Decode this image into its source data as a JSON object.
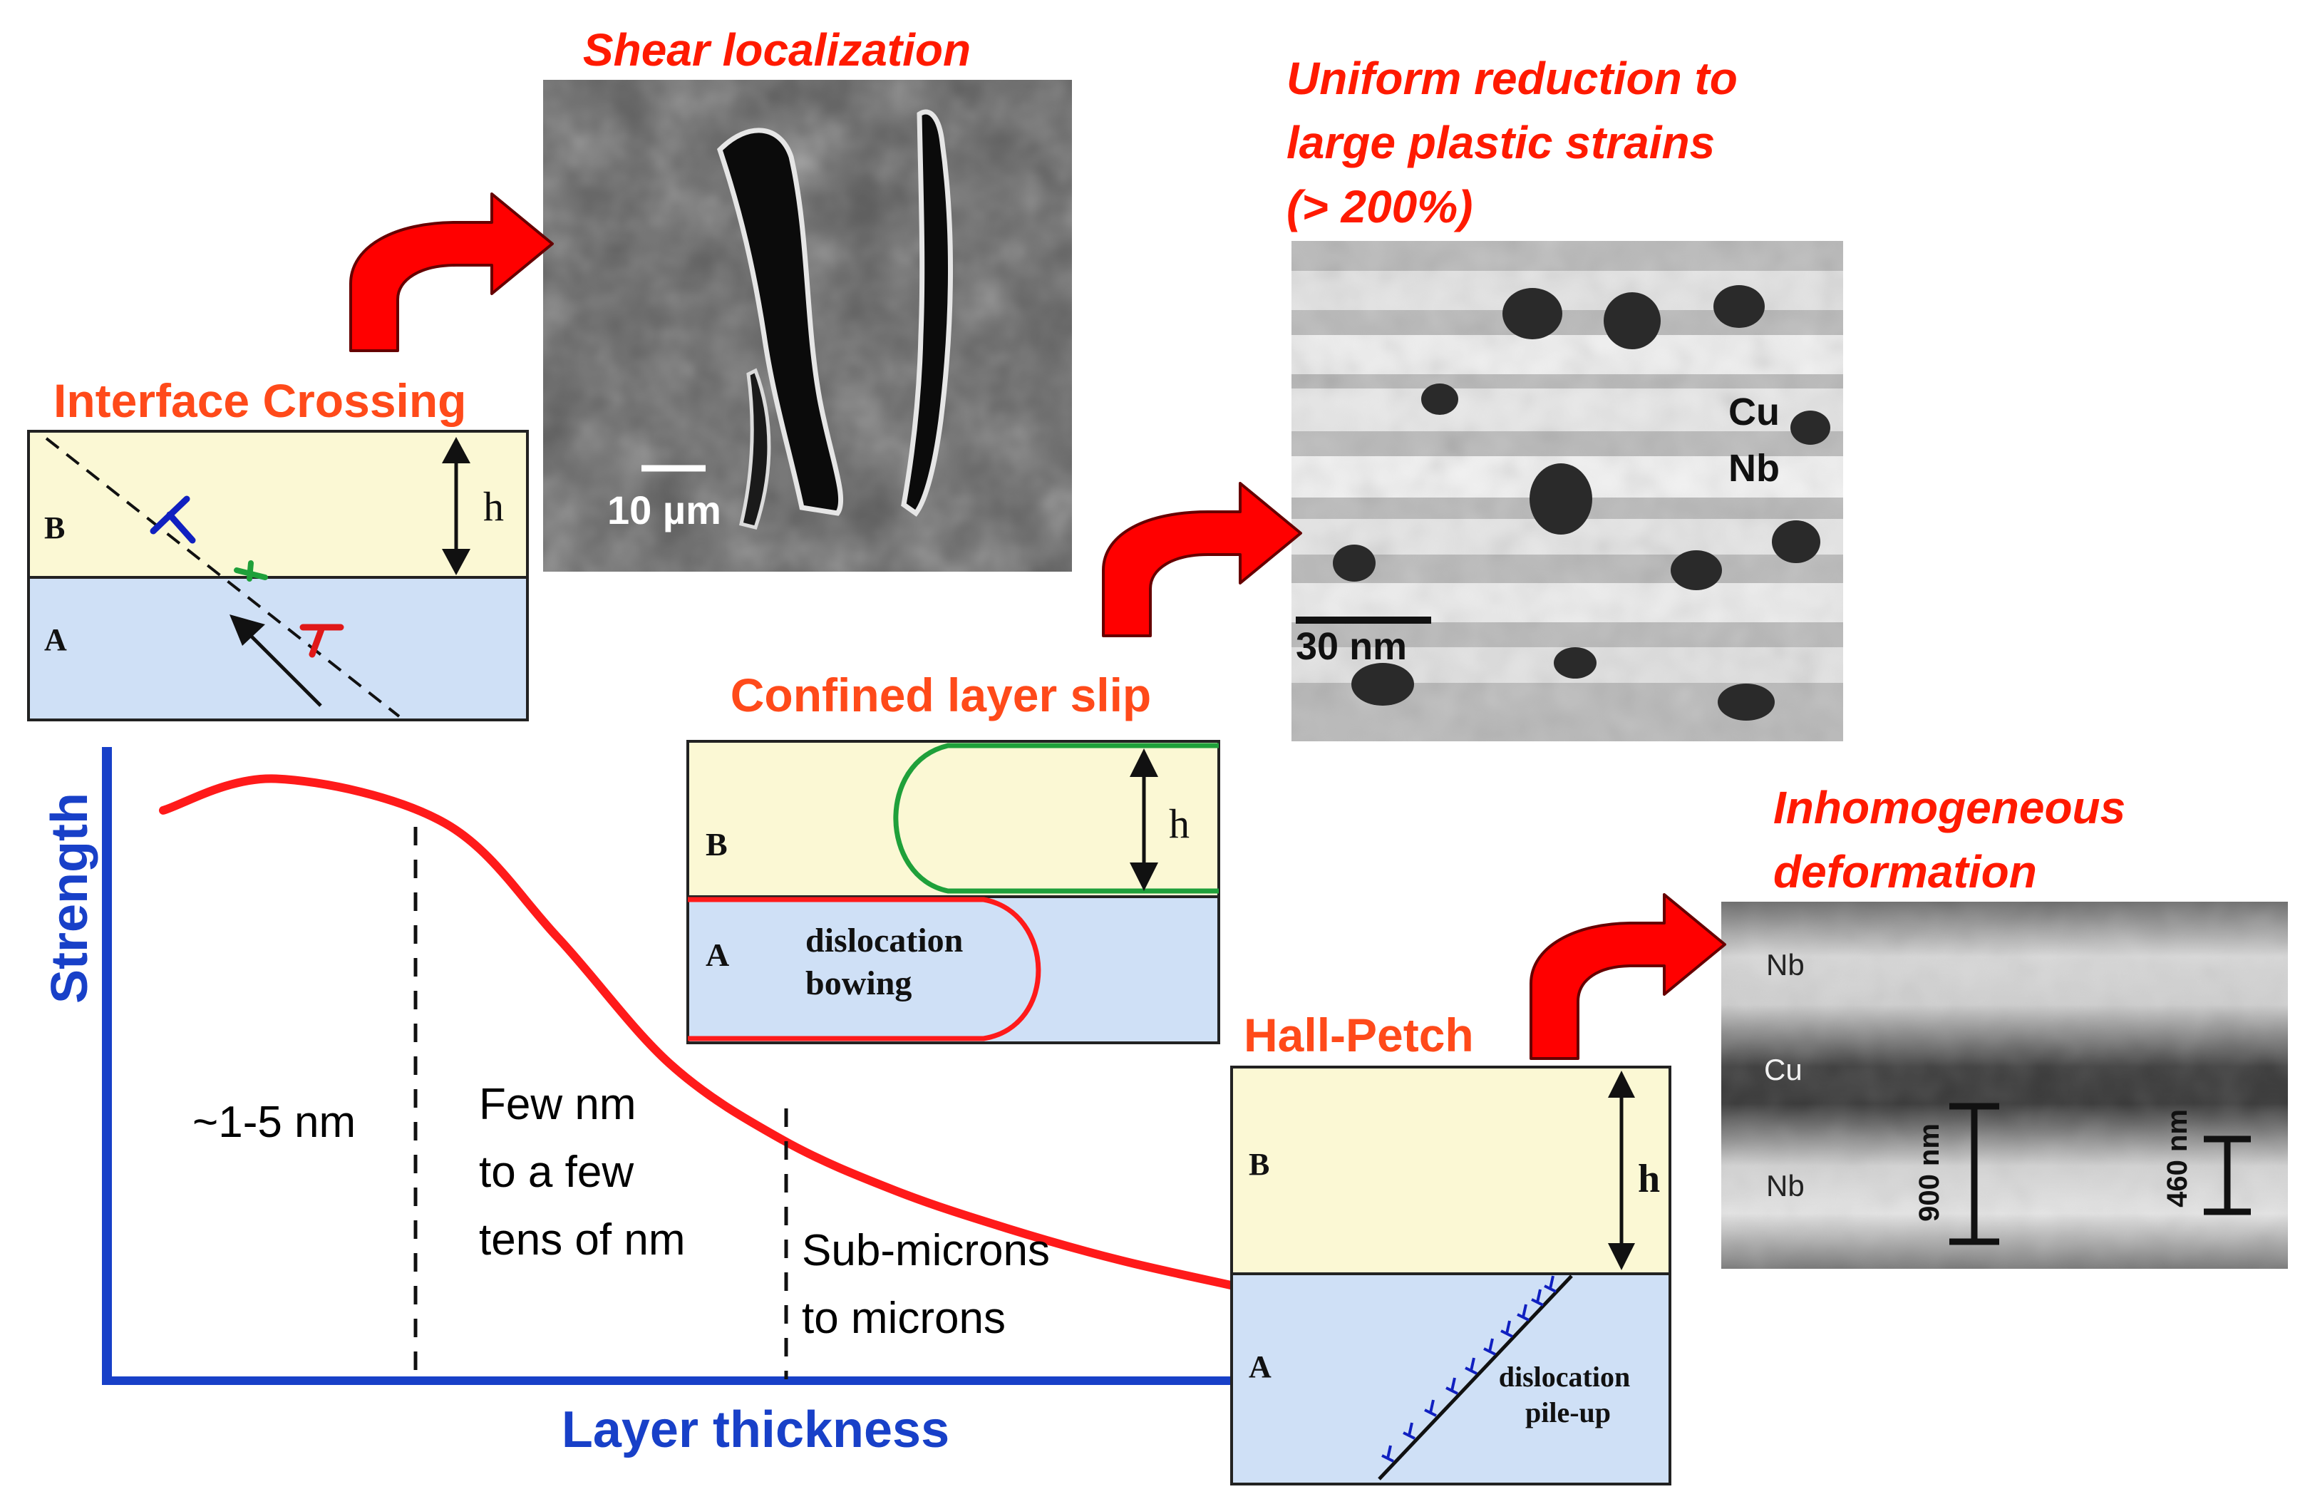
{
  "colors": {
    "red_label": "#ff1a00",
    "orange_label": "#ff4a1a",
    "axis_blue": "#1840c8",
    "curve_red": "#ff1a1a",
    "layer_b": "#fbf8d4",
    "layer_a": "#cfe0f6",
    "slip_green": "#1fa03a",
    "dislocation_blue": "#1020c0"
  },
  "icons": [
    "curved-arrow-icon",
    "dislocation-symbol-icon",
    "double-arrow-icon"
  ],
  "chart": {
    "ylabel": "Strength",
    "xlabel": "Layer thickness",
    "regions": [
      {
        "lines": [
          "~1-5 nm"
        ]
      },
      {
        "lines": [
          "Few nm",
          "to a few",
          "tens of nm"
        ]
      },
      {
        "lines": [
          "Sub-microns",
          "to microns"
        ]
      }
    ]
  },
  "chart_data": {
    "type": "line",
    "title": "",
    "xlabel": "Layer thickness",
    "ylabel": "Strength",
    "x": [
      0.05,
      0.15,
      0.3,
      0.4,
      0.5,
      0.6,
      0.7,
      0.8,
      0.9,
      1.0
    ],
    "series": [
      {
        "values": [
          0.9,
          0.95,
          0.88,
          0.7,
          0.5,
          0.38,
          0.3,
          0.24,
          0.19,
          0.15
        ]
      }
    ]
  },
  "panels": {
    "interface_crossing": {
      "title": "Interface Crossing",
      "layer_b": "B",
      "layer_a": "A",
      "dim": "h"
    },
    "confined_slip": {
      "title": "Confined layer slip",
      "layer_b": "B",
      "layer_a": "A",
      "dim": "h",
      "note_lines": [
        "dislocation",
        "bowing"
      ]
    },
    "hall_petch": {
      "title": "Hall-Petch",
      "layer_b": "B",
      "layer_a": "A",
      "dim": "h",
      "note_lines": [
        "dislocation",
        "pile-up"
      ]
    }
  },
  "micrographs": {
    "shear": {
      "title": "Shear localization",
      "scale": "10 µm"
    },
    "uniform": {
      "title_lines": [
        "Uniform reduction to",
        "large plastic strains",
        "(> 200%)"
      ],
      "label1": "Cu",
      "label2": "Nb",
      "scale": "30 nm"
    },
    "inhomogeneous": {
      "title_lines": [
        "Inhomogeneous",
        "deformation"
      ],
      "layer_top": "Nb",
      "layer_mid": "Cu",
      "layer_bot": "Nb",
      "dim1": "900 nm",
      "dim2": "460 nm"
    }
  }
}
